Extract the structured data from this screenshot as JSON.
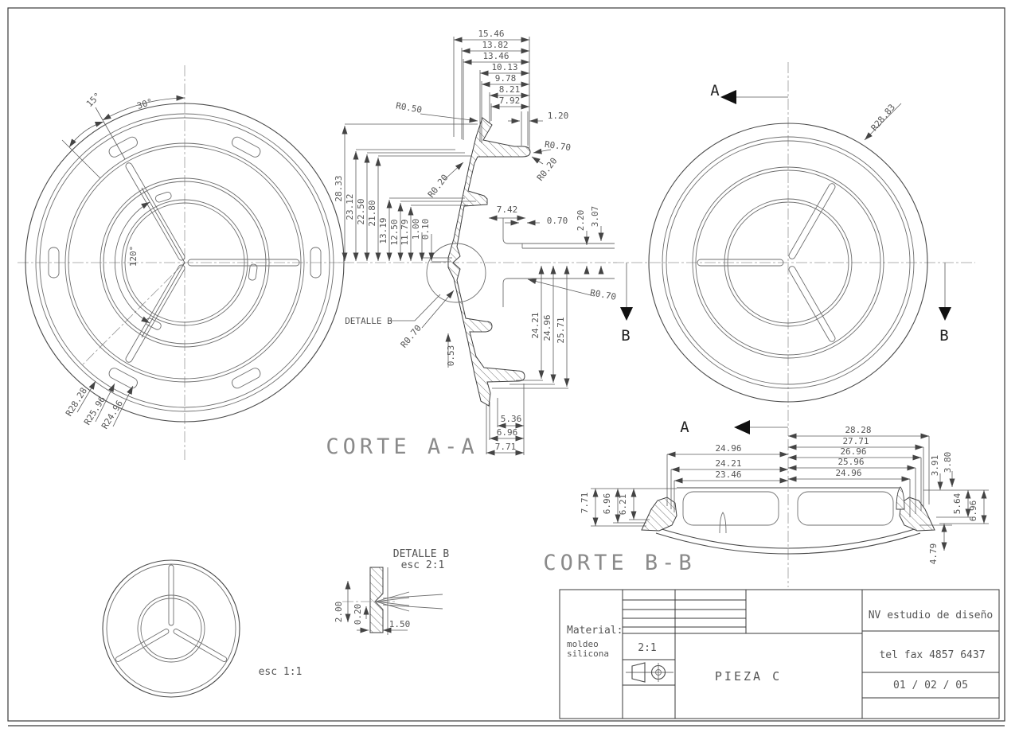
{
  "front_view": {
    "dim_15": "15°",
    "dim_30": "30°",
    "dim_120": "120°",
    "r1": "R28.28",
    "r2": "R25.96",
    "r3": "R24.96"
  },
  "corte_aa": {
    "title": "CORTE A-A",
    "top_dims": [
      "15.46",
      "13.82",
      "13.46",
      "10.13",
      "9.78",
      "8.21",
      "7.92"
    ],
    "dim_120w": "1.20",
    "left_dims": [
      "28.33",
      "23.12",
      "22.50",
      "21.80",
      "13.19",
      "12.50",
      "11.79",
      "1.00",
      "0.10"
    ],
    "r_top1": "R0.50",
    "r_top2": "R0.70",
    "r_top3": "R0.20",
    "r_mid": "R0.20",
    "dim_742": "7.42",
    "dim_070": "0.70",
    "dim_220": "2.20",
    "dim_307": "3.07",
    "detail_callout": "DETALLE B",
    "r_low1": "R0.70",
    "r_low2": "R0.70",
    "dim_053": "0.53",
    "low_vert_dims": [
      "24.21",
      "24.96",
      "25.71"
    ],
    "bottom_dims": [
      "5.36",
      "6.96",
      "7.71"
    ]
  },
  "top_view": {
    "radius": "R28.83",
    "label_a": "A",
    "label_b": "B"
  },
  "corte_bb": {
    "title": "CORTE B-B",
    "left_top_dims": [
      "24.96",
      "24.21",
      "23.46"
    ],
    "right_top_dims": [
      "28.28",
      "27.71",
      "26.96",
      "25.96",
      "24.96"
    ],
    "small_dims": [
      "3.91",
      "3.80"
    ],
    "left_vert_dims": [
      "7.71",
      "6.96",
      "6.21"
    ],
    "right_vert_dims": [
      "5.64",
      "6.96"
    ],
    "dim_479": "4.79"
  },
  "detalle_b": {
    "title": "DETALLE B",
    "scale": "esc 2:1",
    "dim_200": "2.00",
    "dim_020": "0.20",
    "dim_150": "1.50"
  },
  "small_view": {
    "scale": "esc 1:1"
  },
  "title_block": {
    "material_label": "Material:",
    "material_line1": "moldeo",
    "material_line2": "silicona",
    "scale": "2:1",
    "part": "PIEZA C",
    "studio": "NV estudio de diseño",
    "contact": "tel fax 4857 6437",
    "date": "01 / 02 / 05"
  }
}
